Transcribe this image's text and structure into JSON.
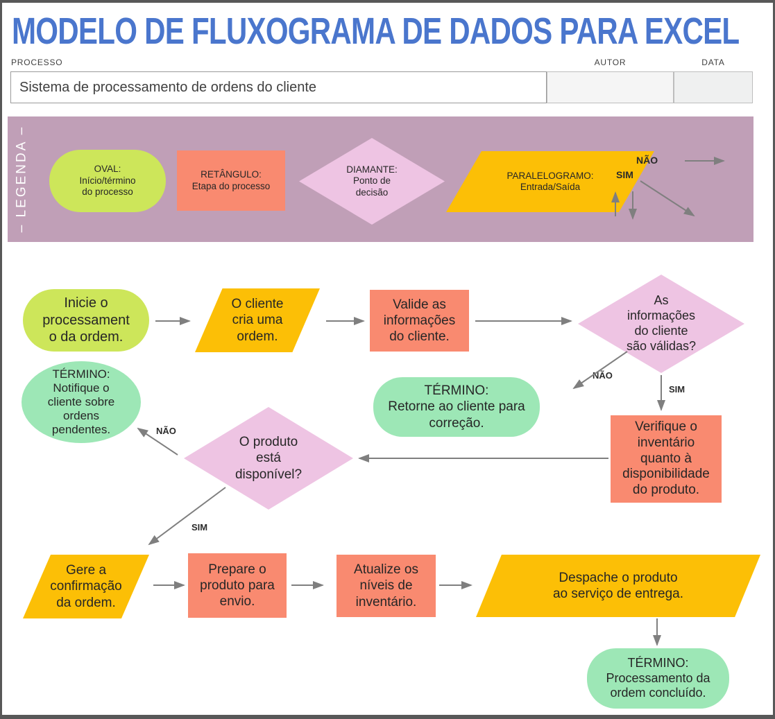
{
  "title": "MODELO DE FLUXOGRAMA DE DADOS PARA EXCEL",
  "header": {
    "process_label": "PROCESSO",
    "process_value": "Sistema de processamento de ordens do cliente",
    "author_label": "AUTOR",
    "author_value": "",
    "date_label": "DATA",
    "date_value": ""
  },
  "legend": {
    "title": "– LEGENDA –",
    "items": [
      {
        "shape": "oval",
        "text": "OVAL:\nInício/término\ndo processo"
      },
      {
        "shape": "rectangle",
        "text": "RETÂNGULO:\nEtapa do processo"
      },
      {
        "shape": "diamond",
        "text": "DIAMANTE:\nPonto de\ndecisão"
      },
      {
        "shape": "parallelogram",
        "text": "PARALELOGRAMO:\nEntrada/Saída"
      }
    ],
    "no_label": "NÃO",
    "yes_label": "SIM"
  },
  "flow": {
    "labels": {
      "yes": "SIM",
      "no": "NÃO"
    },
    "nodes": {
      "start": {
        "type": "oval",
        "text": "Inicie o\nprocessament\no da ordem."
      },
      "create_order": {
        "type": "parallelogram",
        "text": "O cliente\ncria uma\nordem."
      },
      "validate_info": {
        "type": "rectangle",
        "text": "Valide as\ninformações\ndo cliente."
      },
      "info_valid": {
        "type": "diamond",
        "text": "As\ninformações\ndo cliente\nsão válidas?"
      },
      "end_pending": {
        "type": "oval",
        "text": "TÉRMINO:\nNotifique o\ncliente sobre\nordens\npendentes."
      },
      "end_correction": {
        "type": "oval",
        "text": "TÉRMINO:\nRetorne ao cliente para\ncorreção."
      },
      "check_inventory": {
        "type": "rectangle",
        "text": "Verifique o\ninventário\nquanto à\ndisponibilidade\ndo produto."
      },
      "product_available": {
        "type": "diamond",
        "text": "O produto\nestá\ndisponível?"
      },
      "generate_confirmation": {
        "type": "parallelogram",
        "text": "Gere a\nconfirmação\nda ordem."
      },
      "prepare_shipping": {
        "type": "rectangle",
        "text": "Prepare o\nproduto para\nenvio."
      },
      "update_inventory": {
        "type": "rectangle",
        "text": "Atualize os\nníveis de\ninventário."
      },
      "dispatch_delivery": {
        "type": "parallelogram",
        "text": "Despache o produto\nao serviço de entrega."
      },
      "end_complete": {
        "type": "oval",
        "text": "TÉRMINO:\nProcessamento da\nordem concluído."
      }
    }
  },
  "colors": {
    "title_blue": "#4a76cd",
    "band_purple": "#c09fb7",
    "start_green": "#cde65a",
    "terminator_mint": "#9de7b6",
    "process_salmon": "#f98a70",
    "decision_pink": "#eec4e3",
    "io_orange": "#fcbf06",
    "arrow_gray": "#7f7f7f"
  }
}
